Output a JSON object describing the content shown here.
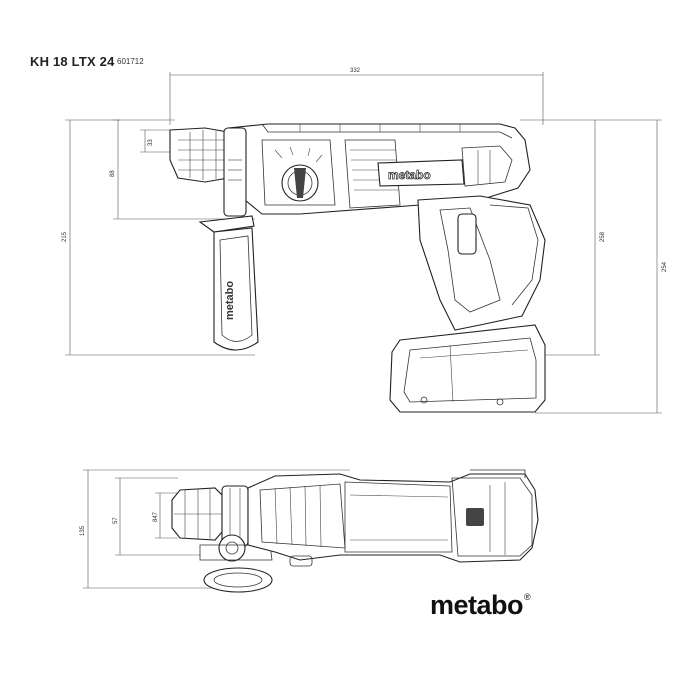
{
  "header": {
    "model": "KH 18 LTX 24",
    "article_number": "601712"
  },
  "dimensions_side_view": {
    "overall_length": "332",
    "chuck_offset": "33",
    "handle_height": "88",
    "front_height": "215",
    "body_height": "258",
    "overall_height": "254"
  },
  "dimensions_top_view": {
    "chuck_diameter": "847",
    "chuck_width": "57",
    "overall_width": "135"
  },
  "labels": {
    "housing_brand": "metabo",
    "handle_brand": "metabo",
    "logo": "metabo",
    "logo_mark": "®"
  }
}
